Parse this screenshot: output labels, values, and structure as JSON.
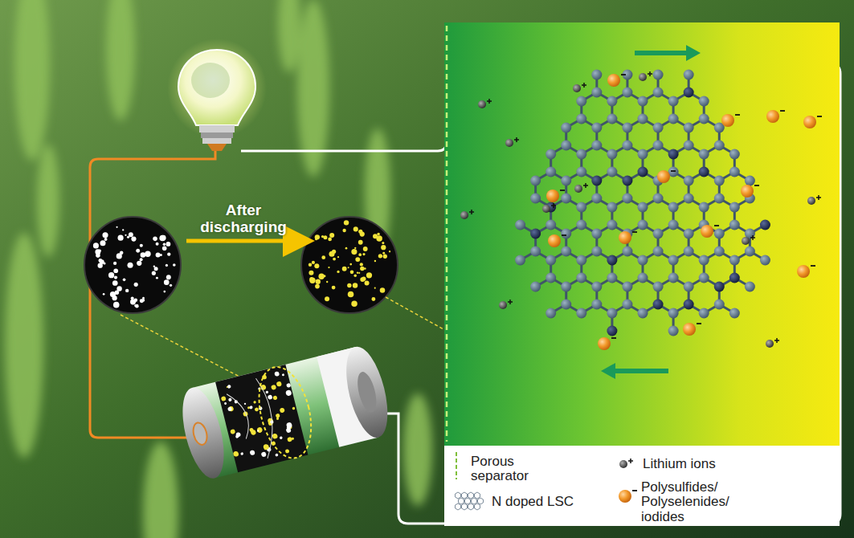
{
  "diagram": {
    "labels": [
      "After discharging"
    ],
    "legend": [
      {
        "text": "Porous separator"
      },
      {
        "text": "Lithium ions"
      },
      {
        "text": "N doped LSC"
      },
      {
        "text": "Polysulfides/ Polyselenides/ iodides"
      }
    ]
  }
}
